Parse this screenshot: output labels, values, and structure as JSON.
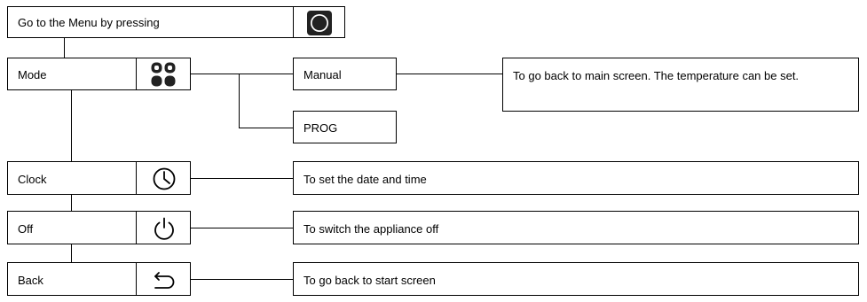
{
  "menu_row": {
    "label": "Go to the Menu by pressing",
    "icon": "circle-button-icon"
  },
  "items": [
    {
      "label": "Mode",
      "icon": "mode-grid-icon"
    },
    {
      "label": "Clock",
      "icon": "clock-icon"
    },
    {
      "label": "Off",
      "icon": "power-icon"
    },
    {
      "label": "Back",
      "icon": "back-arrow-icon"
    }
  ],
  "mode_options": [
    {
      "label": "Manual",
      "description": "To go back to main screen. The temperature can be set."
    },
    {
      "label": "PROG"
    }
  ],
  "descriptions": {
    "clock": "To set the date and time",
    "off": "To switch the appliance off",
    "back": "To go back to start screen"
  },
  "colors": {
    "line": "#000000",
    "icon_fill_dark": "#222222",
    "background": "#ffffff"
  }
}
